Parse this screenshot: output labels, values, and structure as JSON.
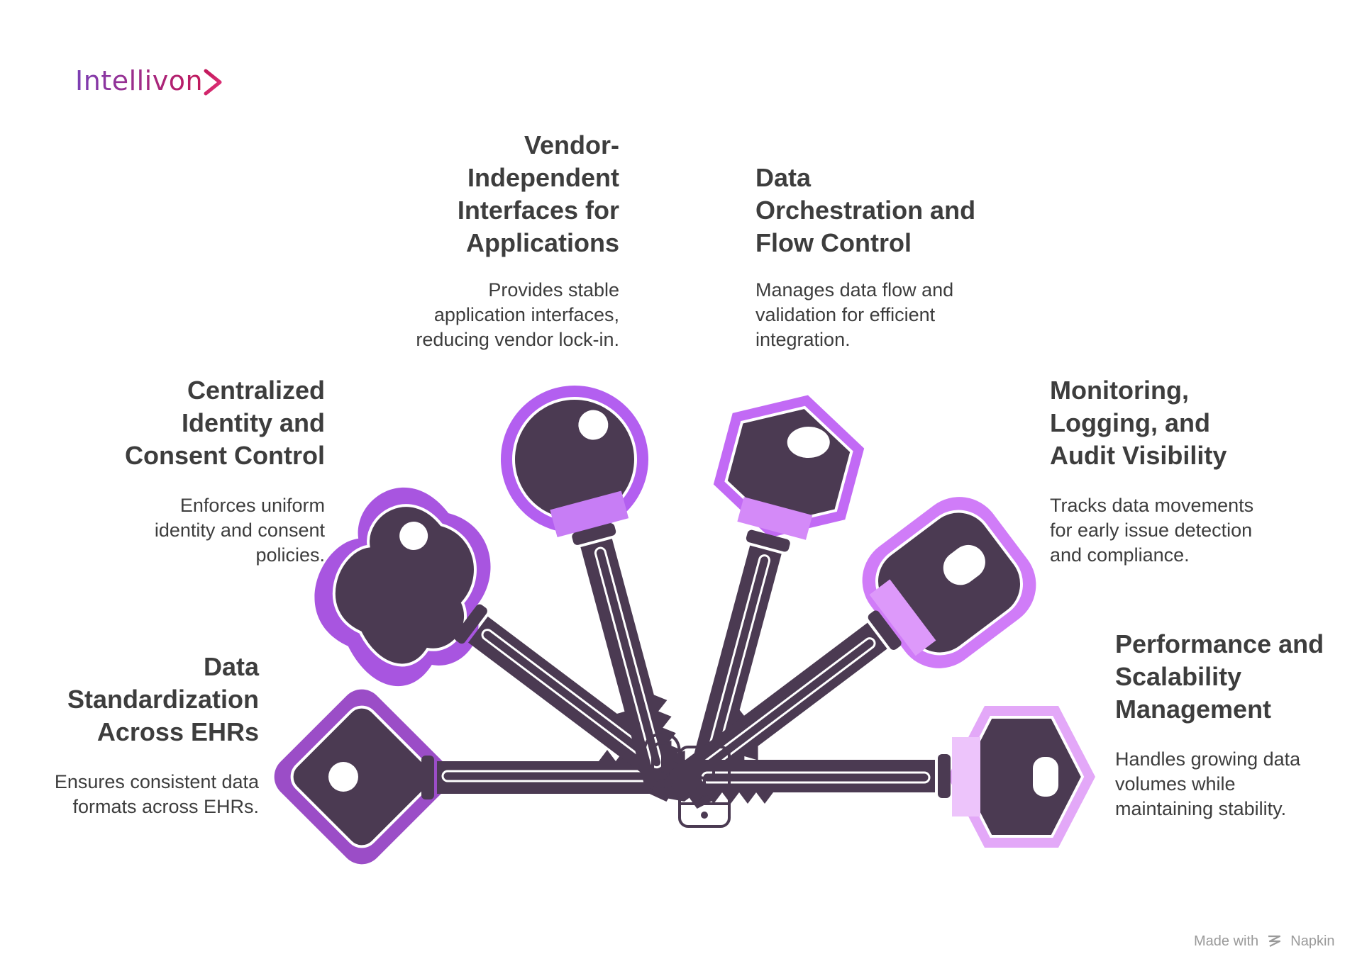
{
  "brand": {
    "name": "Intellivon"
  },
  "items": [
    {
      "title_lines": [
        "Data",
        "Standardization",
        "Across EHRs"
      ],
      "desc_lines": [
        "Ensures consistent data",
        "formats across EHRs."
      ],
      "color": "#9b4dc7"
    },
    {
      "title_lines": [
        "Centralized",
        "Identity and",
        "Consent Control"
      ],
      "desc_lines": [
        "Enforces uniform",
        "identity and consent",
        "policies."
      ],
      "color": "#a855e0"
    },
    {
      "title_lines": [
        "Vendor-",
        "Independent",
        "Interfaces for",
        "Applications"
      ],
      "desc_lines": [
        "Provides stable",
        "application interfaces,",
        "reducing vendor lock-in."
      ],
      "color": "#b35ff0"
    },
    {
      "title_lines": [
        "Data",
        "Orchestration and",
        "Flow Control"
      ],
      "desc_lines": [
        "Manages data flow and",
        "validation for efficient",
        "integration."
      ],
      "color": "#c26af5"
    },
    {
      "title_lines": [
        "Monitoring,",
        "Logging, and",
        "Audit Visibility"
      ],
      "desc_lines": [
        "Tracks data movements",
        "for early issue detection",
        "and compliance."
      ],
      "color": "#d07cf8"
    },
    {
      "title_lines": [
        "Performance and",
        "Scalability",
        "Management"
      ],
      "desc_lines": [
        "Handles growing data",
        "volumes while",
        "maintaining stability."
      ],
      "color": "#e3a8f8"
    }
  ],
  "center_icon": "fingerprint-phone-icon",
  "footer": {
    "made_with": "Made with",
    "tool": "Napkin",
    "tool_icon": "napkin-logo-icon"
  },
  "colors": {
    "key_body": "#4b3a52",
    "text": "#3d3d3d",
    "brand_gradient": [
      "#7b3fb5",
      "#c2185b"
    ]
  }
}
